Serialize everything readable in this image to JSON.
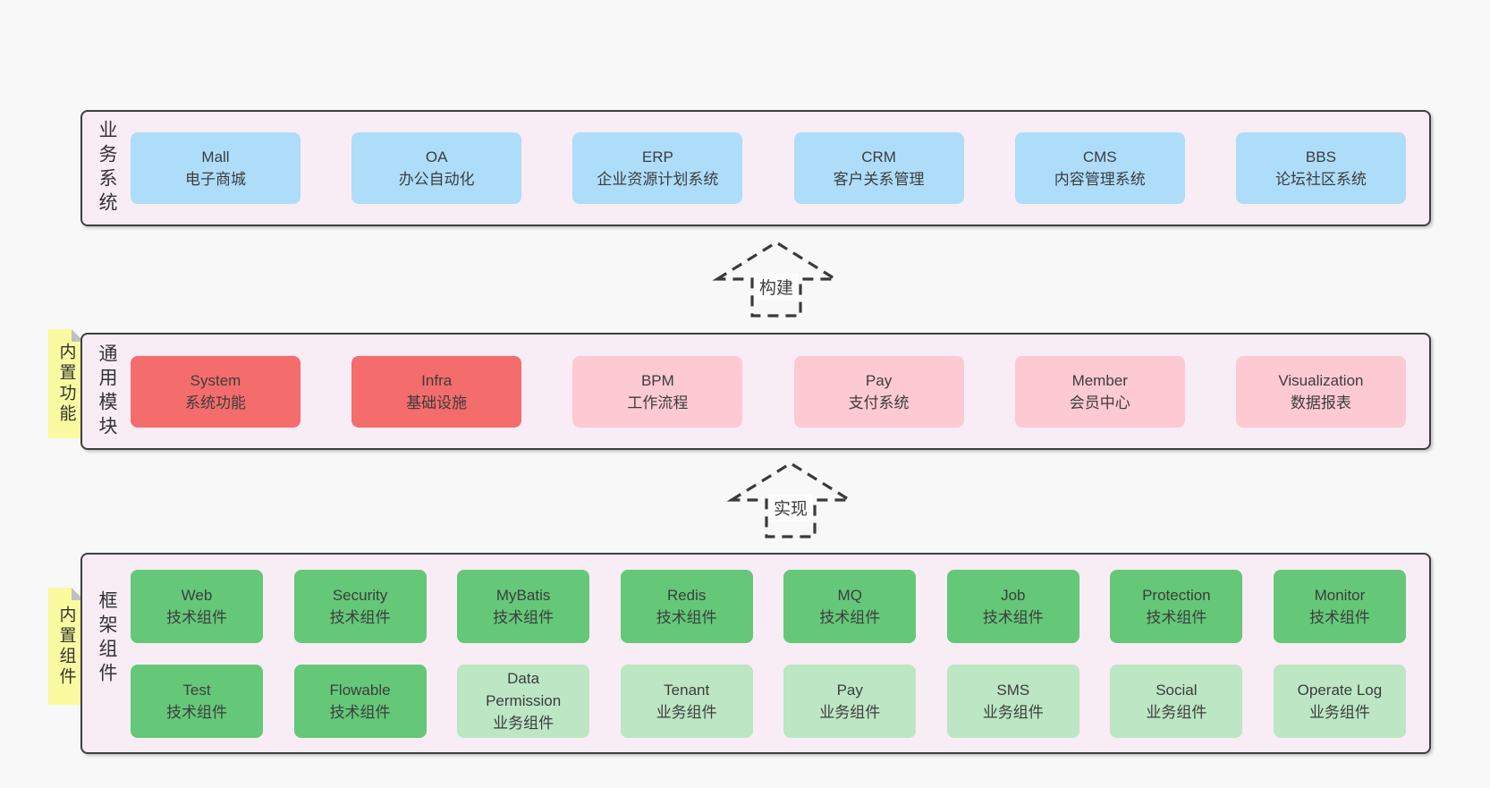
{
  "colors": {
    "page_bg": "#f8f8f8",
    "layer_bg": "#f8ecf5",
    "border": "#3f3f3f",
    "text": "#3d3d3d",
    "blue": "#aeddfa",
    "red": "#f46c6c",
    "pink": "#fdc9d2",
    "green": "#64c878",
    "lightgreen": "#bce6c4",
    "tab_bg": "#fafaa0",
    "tab_fold": "#c0c0c0",
    "arrow": "#3a3a3a"
  },
  "arrows": [
    {
      "label": "构建"
    },
    {
      "label": "实现"
    }
  ],
  "layers": [
    {
      "label": "业务系统",
      "rows": [
        [
          {
            "lines": [
              "Mall",
              "电子商城"
            ],
            "type": "blue"
          },
          {
            "lines": [
              "OA",
              "办公自动化"
            ],
            "type": "blue"
          },
          {
            "lines": [
              "ERP",
              "企业资源计划系统"
            ],
            "type": "blue"
          },
          {
            "lines": [
              "CRM",
              "客户关系管理"
            ],
            "type": "blue"
          },
          {
            "lines": [
              "CMS",
              "内容管理系统"
            ],
            "type": "blue"
          },
          {
            "lines": [
              "BBS",
              "论坛社区系统"
            ],
            "type": "blue"
          }
        ]
      ]
    },
    {
      "label": "通用模块",
      "tab": "内置功能",
      "rows": [
        [
          {
            "lines": [
              "System",
              "系统功能"
            ],
            "type": "red"
          },
          {
            "lines": [
              "Infra",
              "基础设施"
            ],
            "type": "red"
          },
          {
            "lines": [
              "BPM",
              "工作流程"
            ],
            "type": "pink"
          },
          {
            "lines": [
              "Pay",
              "支付系统"
            ],
            "type": "pink"
          },
          {
            "lines": [
              "Member",
              "会员中心"
            ],
            "type": "pink"
          },
          {
            "lines": [
              "Visualization",
              "数据报表"
            ],
            "type": "pink"
          }
        ]
      ]
    },
    {
      "label": "框架组件",
      "tab": "内置组件",
      "rows": [
        [
          {
            "lines": [
              "Web",
              "技术组件"
            ],
            "type": "green"
          },
          {
            "lines": [
              "Security",
              "技术组件"
            ],
            "type": "green"
          },
          {
            "lines": [
              "MyBatis",
              "技术组件"
            ],
            "type": "green"
          },
          {
            "lines": [
              "Redis",
              "技术组件"
            ],
            "type": "green"
          },
          {
            "lines": [
              "MQ",
              "技术组件"
            ],
            "type": "green"
          },
          {
            "lines": [
              "Job",
              "技术组件"
            ],
            "type": "green"
          },
          {
            "lines": [
              "Protection",
              "技术组件"
            ],
            "type": "green"
          },
          {
            "lines": [
              "Monitor",
              "技术组件"
            ],
            "type": "green"
          }
        ],
        [
          {
            "lines": [
              "Test",
              "技术组件"
            ],
            "type": "green"
          },
          {
            "lines": [
              "Flowable",
              "技术组件"
            ],
            "type": "green"
          },
          {
            "lines": [
              "Data Permission",
              "业务组件"
            ],
            "type": "lightgreen"
          },
          {
            "lines": [
              "Tenant",
              "业务组件"
            ],
            "type": "lightgreen"
          },
          {
            "lines": [
              "Pay",
              "业务组件"
            ],
            "type": "lightgreen"
          },
          {
            "lines": [
              "SMS",
              "业务组件"
            ],
            "type": "lightgreen"
          },
          {
            "lines": [
              "Social",
              "业务组件"
            ],
            "type": "lightgreen"
          },
          {
            "lines": [
              "Operate Log",
              "业务组件"
            ],
            "type": "lightgreen"
          }
        ]
      ]
    }
  ]
}
